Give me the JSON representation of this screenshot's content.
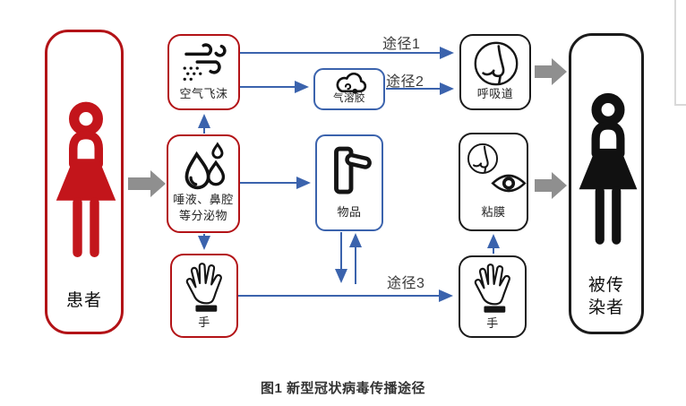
{
  "title_caption": "图1 新型冠状病毒传播途径",
  "patient": {
    "label": "患者"
  },
  "infected": {
    "line1": "被传",
    "line2": "染者"
  },
  "nodes": {
    "airborne": {
      "label": "空气飞沫"
    },
    "secretions": {
      "line1": "唾液、鼻腔",
      "line2": "等分泌物"
    },
    "hand_left": {
      "label": "手"
    },
    "aerosol": {
      "label": "气溶胶"
    },
    "objects": {
      "label": "物品"
    },
    "respiratory": {
      "label": "呼吸道"
    },
    "mucosa": {
      "label": "粘膜"
    },
    "hand_right": {
      "label": "手"
    }
  },
  "routes": {
    "r1": "途径1",
    "r2": "途径2",
    "r3": "途径3"
  },
  "icons": {
    "wind": "wind-gust-icon",
    "droplets": "water-droplets-icon",
    "hand": "open-hand-icon",
    "cloud": "aerosol-cloud-icon",
    "handle": "door-handle-icon",
    "nose": "nose-in-circle-icon",
    "eye": "eye-icon",
    "person": "person-figure-icon",
    "block_arrow": "gray-block-arrow"
  },
  "colors": {
    "red_border": "#b31317",
    "red_figure": "#c3151b",
    "blue": "#3b63ad",
    "black": "#1b1b1b",
    "gray_arrow": "#8f8f8f",
    "text": "#333333"
  }
}
